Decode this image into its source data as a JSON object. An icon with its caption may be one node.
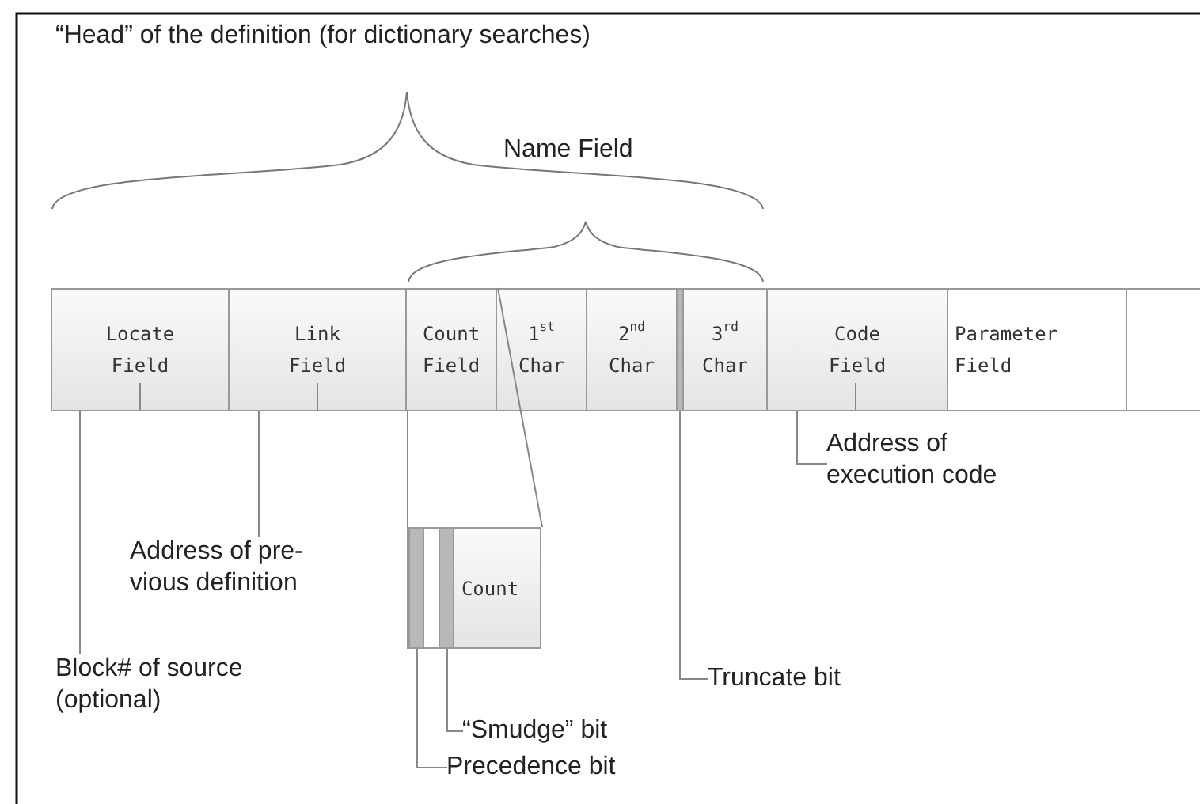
{
  "diagram": {
    "nodes": [
      {
        "text": [
          "Locate Field"
        ]
      },
      {
        "text": [
          "Link Field"
        ]
      },
      {
        "text": [
          "Count Field"
        ]
      },
      {
        "text": [
          "1$^{st}$ Char"
        ]
      },
      {
        "text": [
          "2$^{nd}$ Char"
        ]
      },
      {
        "text": [],
        "shape": "bar"
      },
      {
        "text": [
          "3$^{rd}$ Char"
        ]
      },
      {
        "text": [
          "Code Field"
        ]
      },
      {
        "text": [
          "Parameter Field"
        ]
      },
      {
        "text": [],
        "shape": "box"
      },
      {
        "text": [
          "Address of execution code"
        ]
      },
      {
        "text": [
          "Address of pre- vious definition"
        ]
      },
      {
        "text": [
          "Count"
        ]
      },
      {
        "text": [],
        "shape": "bar",
        "in": 12
      },
      {
        "text": [],
        "shape": "bar",
        "in": 12
      },
      {
        "text": [
          "Truncate bit"
        ]
      },
      {
        "text": [
          "Block# of source (optional)"
        ]
      },
      {
        "text": [
          "“Smudge” bit"
        ]
      },
      {
        "text": [
          "Precedence bit"
        ]
      }
    ],
    "edges": [
      {
        "from": 16,
        "to": 0,
        "arrow": "none"
      },
      {
        "from": 11,
        "to": 1,
        "arrow": "none"
      },
      {
        "from": 2,
        "to": 12,
        "arrow": "none"
      },
      {
        "from": 2,
        "to": 12,
        "arrow": "none"
      },
      {
        "from": 15,
        "to": 5,
        "arrow": "none"
      },
      {
        "from": 10,
        "to": 7,
        "arrow": "none"
      },
      {
        "from": 17,
        "to": 14,
        "arrow": "none"
      },
      {
        "from": 18,
        "to": 13,
        "arrow": "none"
      }
    ],
    "labels": [
      "“Head” of the definition (for dictionary searches)",
      "Name Field"
    ]
  }
}
